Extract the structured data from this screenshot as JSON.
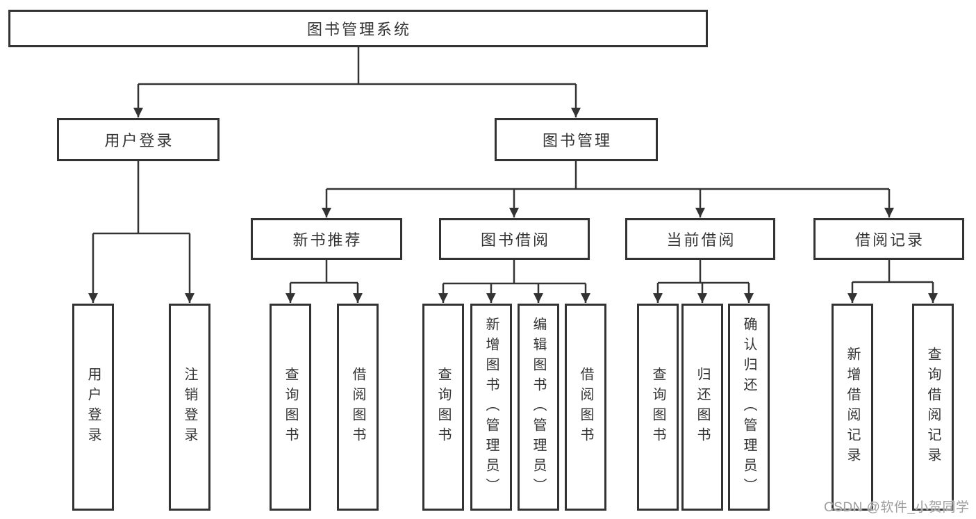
{
  "tree": {
    "root": "图书管理系统",
    "branches": [
      {
        "label": "用户登录",
        "children": [
          "用户登录",
          "注销登录"
        ]
      },
      {
        "label": "图书管理",
        "children": [
          {
            "label": "新书推荐",
            "children": [
              "查询图书",
              "借阅图书"
            ]
          },
          {
            "label": "图书借阅",
            "children": [
              "查询图书",
              "新增图书（管理员）",
              "编辑图书（管理员）",
              "借阅图书"
            ]
          },
          {
            "label": "当前借阅",
            "children": [
              "查询图书",
              "归还图书",
              "确认归还（管理员）"
            ]
          },
          {
            "label": "借阅记录",
            "children": [
              "新增借阅记录",
              "查询借阅记录"
            ]
          }
        ]
      }
    ]
  },
  "watermark": "CSDN @软件_小贺同学",
  "colors": {
    "line": "#333333",
    "text": "#333333",
    "watermark": "#9e9e9e",
    "background": "#ffffff"
  }
}
